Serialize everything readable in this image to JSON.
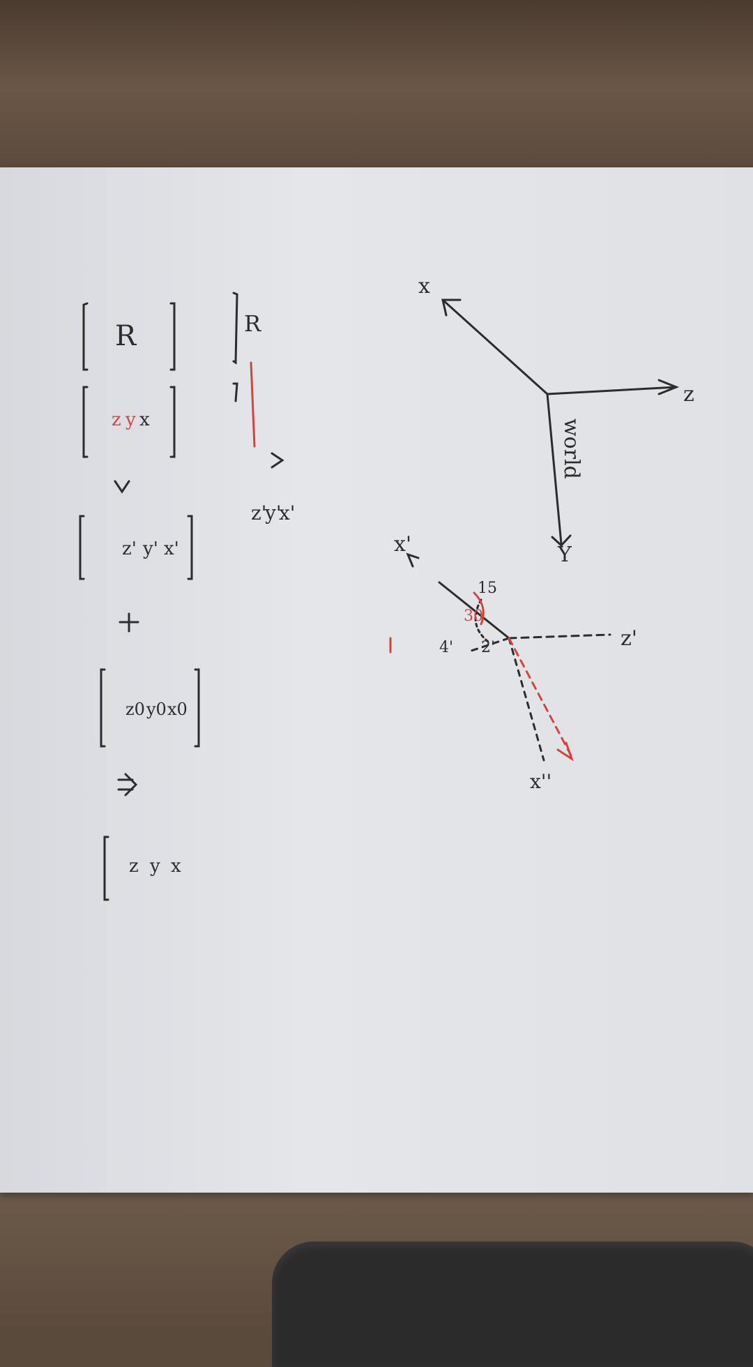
{
  "scene": {
    "description_labels": {
      "world_label": "world",
      "world_axes": {
        "x": "x",
        "y": "Y",
        "z": "z"
      },
      "camera_axes": {
        "x_prime": "x'",
        "y_prime": "Y",
        "z_prime": "z'",
        "x_double": "x''"
      },
      "angles": [
        "15",
        "30",
        "2'",
        "4'"
      ]
    },
    "equations": {
      "line1": {
        "rotation": "R",
        "result": [
          "x'",
          "y'",
          "z'"
        ]
      },
      "line2": {
        "rotation": "R",
        "input": [
          "x",
          "y",
          "z"
        ],
        "rotated": [
          "x'",
          "y'",
          "z'"
        ],
        "translation": [
          "x0",
          "y0",
          "z0"
        ],
        "final": [
          "x",
          "y",
          "z"
        ]
      }
    },
    "ink_colors": {
      "black": "#2c2c2c",
      "red": "#d4443c"
    }
  }
}
